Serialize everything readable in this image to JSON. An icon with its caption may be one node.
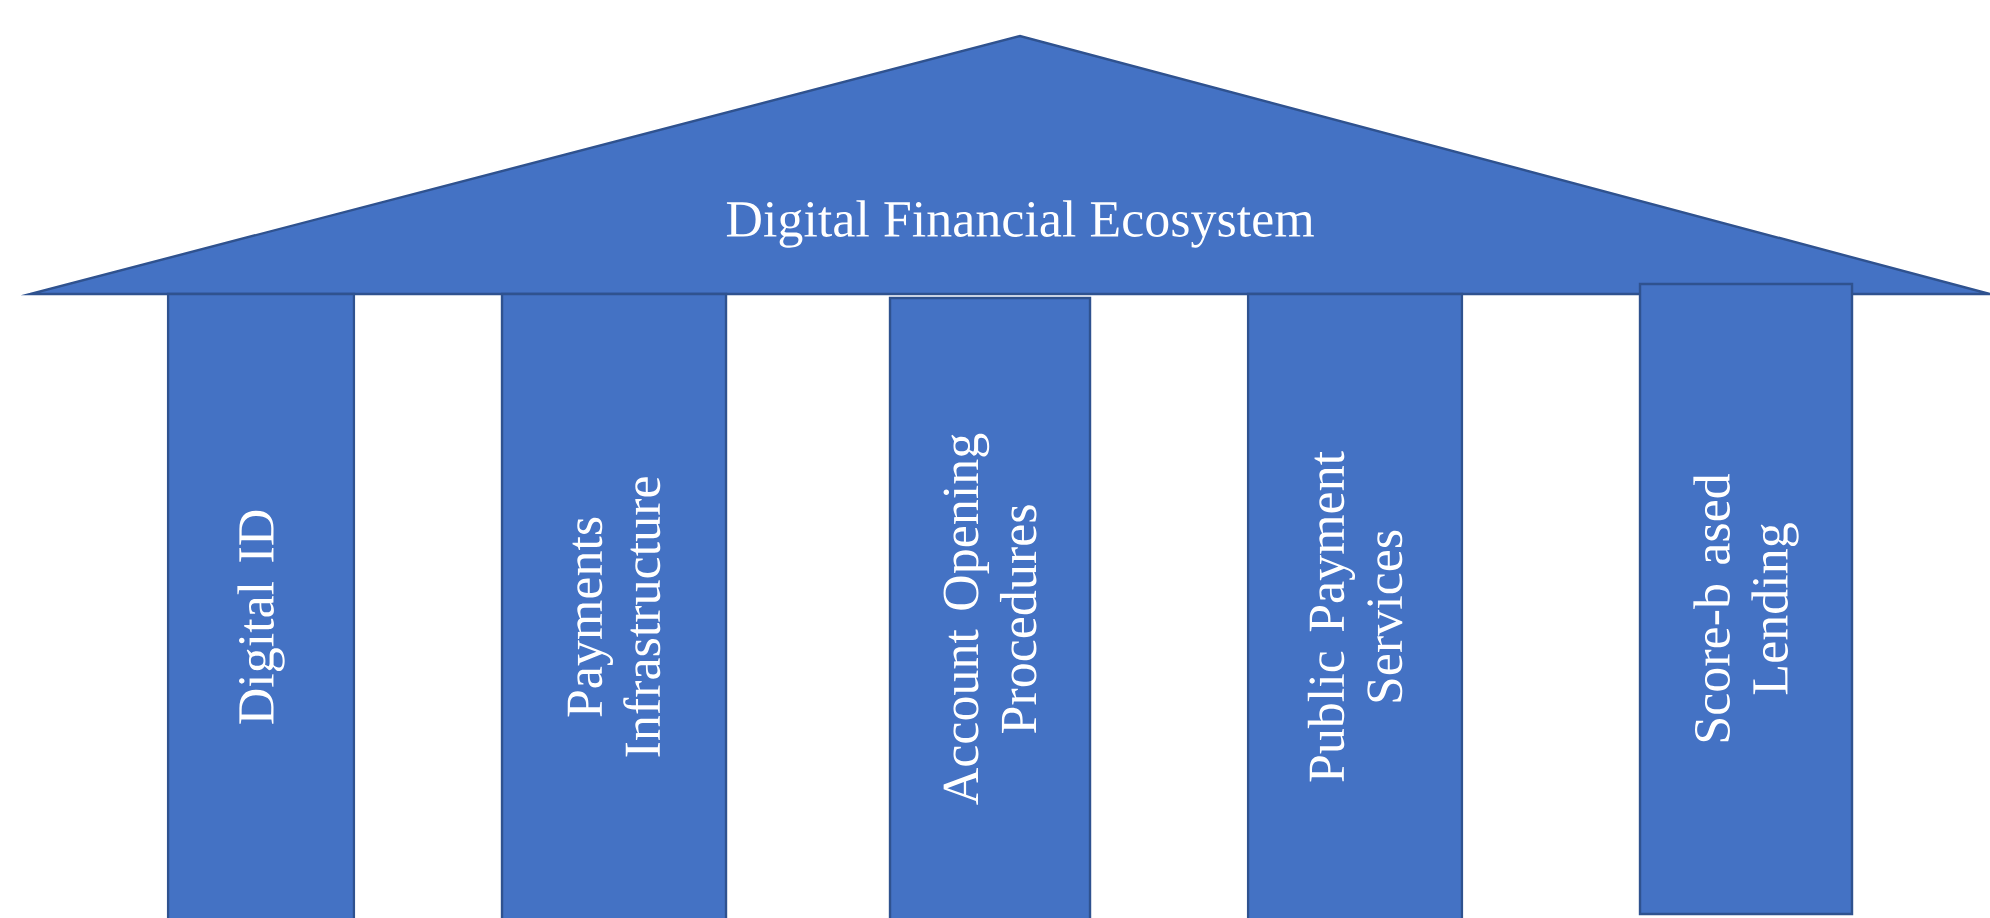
{
  "diagram": {
    "nodes": [
      {
        "text": [
          "Digital Financial Ecosystem"
        ]
      },
      {
        "text": [
          "Digital ID"
        ]
      },
      {
        "text": [
          "Payments Infrastructure"
        ]
      },
      {
        "text": [
          "Account Opening Procedures"
        ]
      },
      {
        "text": [
          "Public Payment Services"
        ]
      },
      {
        "text": [
          "Score-b ased Lending"
        ]
      }
    ]
  }
}
